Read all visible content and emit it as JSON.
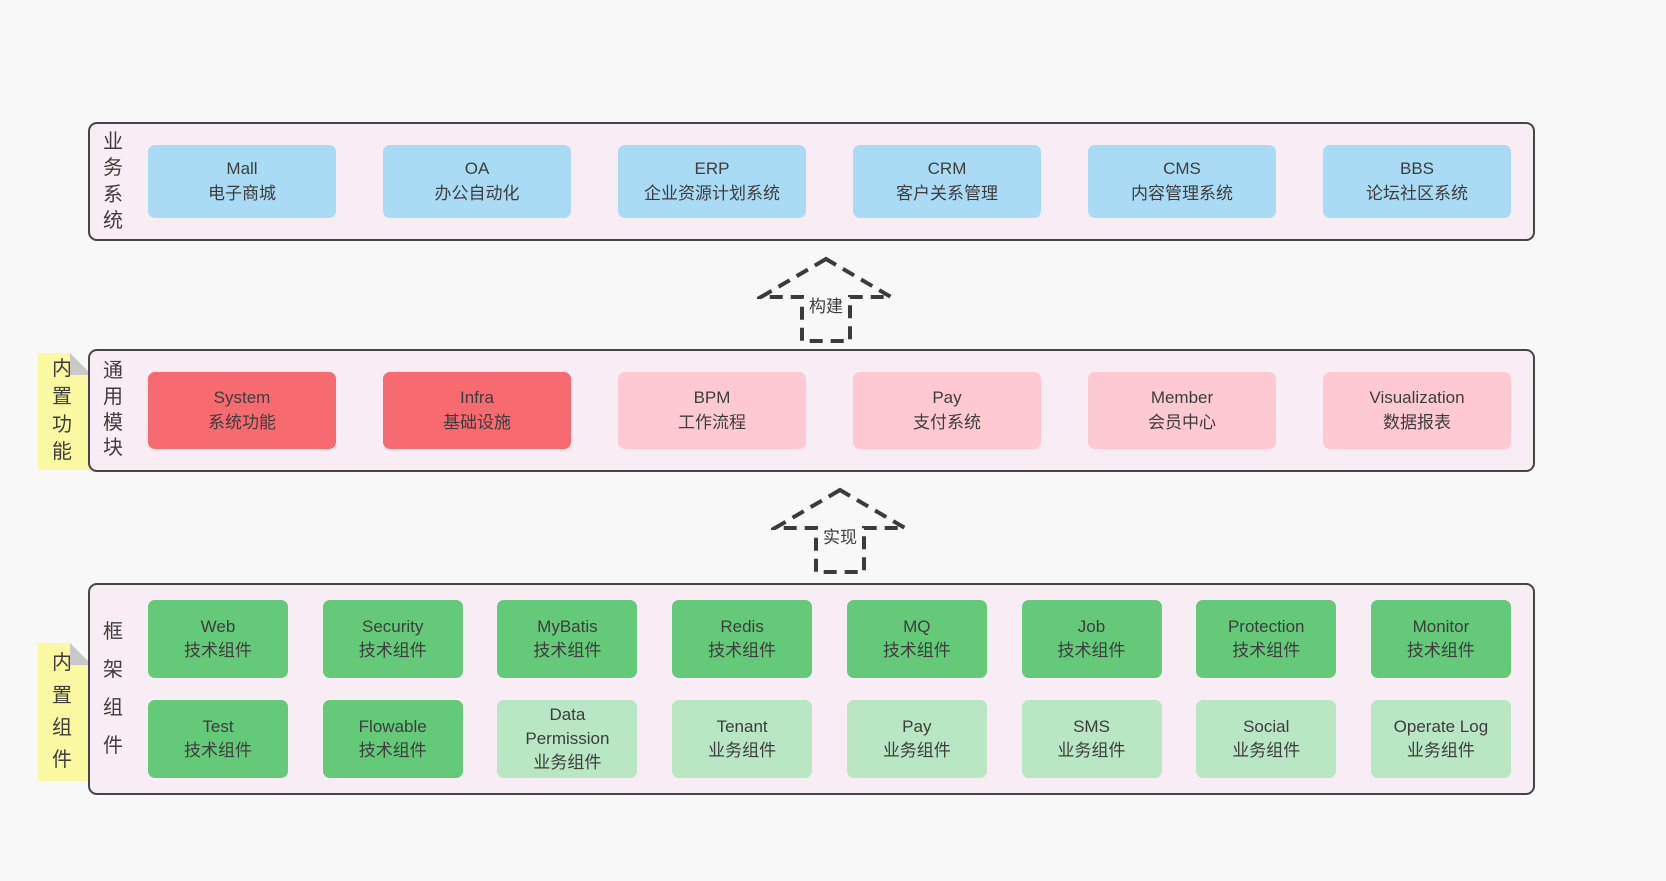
{
  "colors": {
    "page_background": "#f8f8f8",
    "layer_background": "#f9edf5",
    "layer_border": "#454545",
    "box_blue": "#a9dbf5",
    "box_red": "#f76a70",
    "box_pink": "#ffc9d3",
    "box_green": "#64ca79",
    "box_light_green": "#b9e6c3",
    "sticky_yellow": "#fbf9a1",
    "sticky_fold_gray": "#c9c9c9",
    "text": "#3d3d3d"
  },
  "arrows": [
    {
      "label": "构建"
    },
    {
      "label": "实现"
    }
  ],
  "layers": [
    {
      "label": "业务系统",
      "sticky": null,
      "rows": [
        [
          {
            "title": "Mall",
            "subtitle": "电子商城",
            "type": "blue"
          },
          {
            "title": "OA",
            "subtitle": "办公自动化",
            "type": "blue"
          },
          {
            "title": "ERP",
            "subtitle": "企业资源计划系统",
            "type": "blue"
          },
          {
            "title": "CRM",
            "subtitle": "客户关系管理",
            "type": "blue"
          },
          {
            "title": "CMS",
            "subtitle": "内容管理系统",
            "type": "blue"
          },
          {
            "title": "BBS",
            "subtitle": "论坛社区系统",
            "type": "blue"
          }
        ]
      ]
    },
    {
      "label": "通用模块",
      "sticky": "内置功能",
      "rows": [
        [
          {
            "title": "System",
            "subtitle": "系统功能",
            "type": "red"
          },
          {
            "title": "Infra",
            "subtitle": "基础设施",
            "type": "red"
          },
          {
            "title": "BPM",
            "subtitle": "工作流程",
            "type": "pink"
          },
          {
            "title": "Pay",
            "subtitle": "支付系统",
            "type": "pink"
          },
          {
            "title": "Member",
            "subtitle": "会员中心",
            "type": "pink"
          },
          {
            "title": "Visualization",
            "subtitle": "数据报表",
            "type": "pink"
          }
        ]
      ]
    },
    {
      "label": "框架组件",
      "sticky": "内置组件",
      "rows": [
        [
          {
            "title": "Web",
            "subtitle": "技术组件",
            "type": "green"
          },
          {
            "title": "Security",
            "subtitle": "技术组件",
            "type": "green"
          },
          {
            "title": "MyBatis",
            "subtitle": "技术组件",
            "type": "green"
          },
          {
            "title": "Redis",
            "subtitle": "技术组件",
            "type": "green"
          },
          {
            "title": "MQ",
            "subtitle": "技术组件",
            "type": "green"
          },
          {
            "title": "Job",
            "subtitle": "技术组件",
            "type": "green"
          },
          {
            "title": "Protection",
            "subtitle": "技术组件",
            "type": "green"
          },
          {
            "title": "Monitor",
            "subtitle": "技术组件",
            "type": "green"
          }
        ],
        [
          {
            "title": "Test",
            "subtitle": "技术组件",
            "type": "green"
          },
          {
            "title": "Flowable",
            "subtitle": "技术组件",
            "type": "green"
          },
          {
            "title": "Data Permission",
            "subtitle": "业务组件",
            "type": "lightgreen"
          },
          {
            "title": "Tenant",
            "subtitle": "业务组件",
            "type": "lightgreen"
          },
          {
            "title": "Pay",
            "subtitle": "业务组件",
            "type": "lightgreen"
          },
          {
            "title": "SMS",
            "subtitle": "业务组件",
            "type": "lightgreen"
          },
          {
            "title": "Social",
            "subtitle": "业务组件",
            "type": "lightgreen"
          },
          {
            "title": "Operate Log",
            "subtitle": "业务组件",
            "type": "lightgreen"
          }
        ]
      ]
    }
  ]
}
